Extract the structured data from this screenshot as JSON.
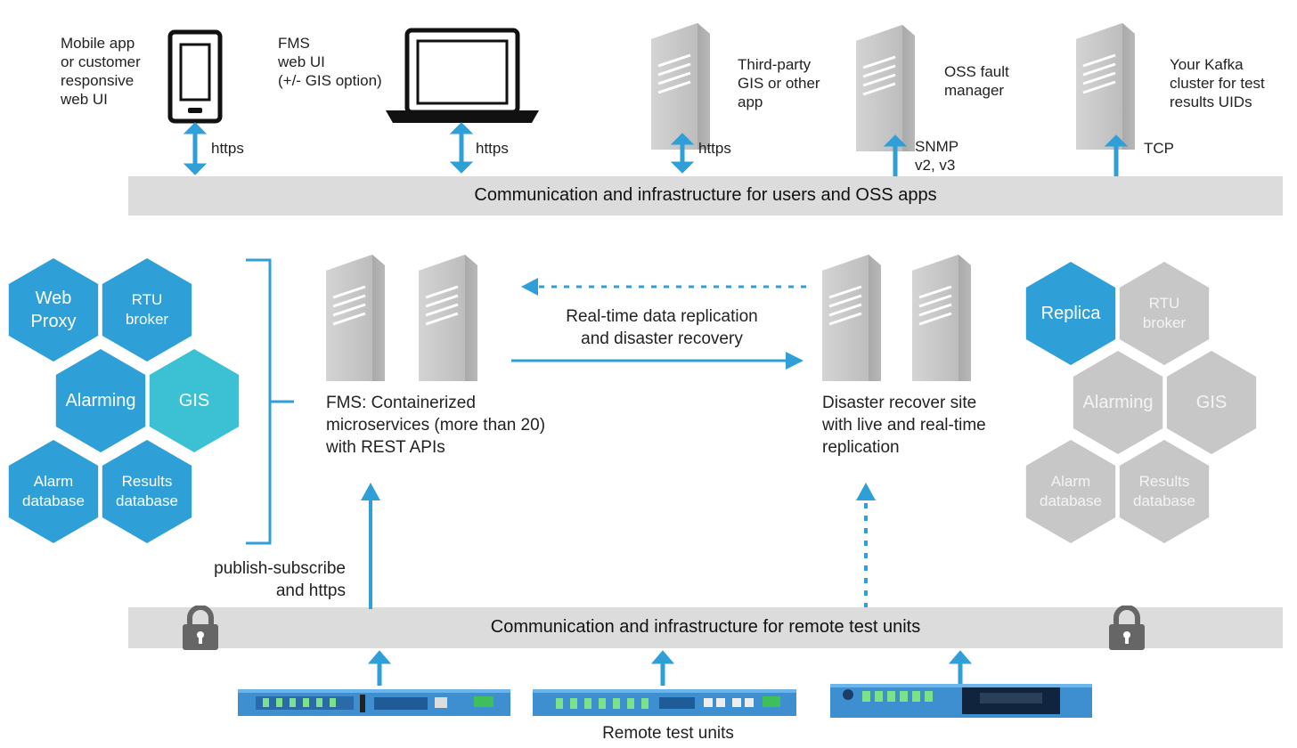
{
  "colors": {
    "blue": "#2f9fd8",
    "teal": "#3cc0d3",
    "gray": "#c7c7c7",
    "bar": "#dcdcdc",
    "dark": "#555555"
  },
  "top_clients": {
    "mobile": {
      "label": "Mobile app\nor customer\nresponsive\nweb UI",
      "icon": "tablet-icon",
      "link": "https"
    },
    "fms_web": {
      "label": "FMS\nweb UI\n(+/- GIS option)",
      "icon": "laptop-icon",
      "link": "https"
    },
    "third_party": {
      "label": "Third-party\nGIS or other\napp",
      "icon": "server-icon",
      "link": "https"
    },
    "oss_fault": {
      "label": "OSS fault\nmanager",
      "icon": "server-icon",
      "link": "SNMP\nv2, v3"
    },
    "kafka": {
      "label": "Your Kafka\ncluster for test\nresults UIDs",
      "icon": "server-icon",
      "link": "TCP"
    }
  },
  "top_bar": "Communication and infrastructure for users and OSS apps",
  "primary_hexes": [
    {
      "label": "Web\nProxy",
      "color": "blue"
    },
    {
      "label": "RTU\nbroker",
      "color": "blue"
    },
    {
      "label": "Alarming",
      "color": "blue"
    },
    {
      "label": "GIS",
      "color": "teal"
    },
    {
      "label": "Alarm\ndatabase",
      "color": "blue"
    },
    {
      "label": "Results\ndatabase",
      "color": "blue"
    }
  ],
  "dr_hexes": [
    {
      "label": "Replica",
      "color": "blue"
    },
    {
      "label": "RTU\nbroker",
      "color": "gray"
    },
    {
      "label": "Alarming",
      "color": "gray"
    },
    {
      "label": "GIS",
      "color": "gray"
    },
    {
      "label": "Alarm\ndatabase",
      "color": "gray"
    },
    {
      "label": "Results\ndatabase",
      "color": "gray"
    }
  ],
  "fms_label": "FMS: Containerized\nmicroservices (more than 20)\nwith REST APIs",
  "dr_label": "Disaster recover site\nwith live and real-time\nreplication",
  "replication_label": "Real-time data replication\nand disaster recovery",
  "pubsub_label": "publish-subscribe\nand https",
  "bottom_bar": "Communication and infrastructure for remote test units",
  "remote_units_label": "Remote test units"
}
